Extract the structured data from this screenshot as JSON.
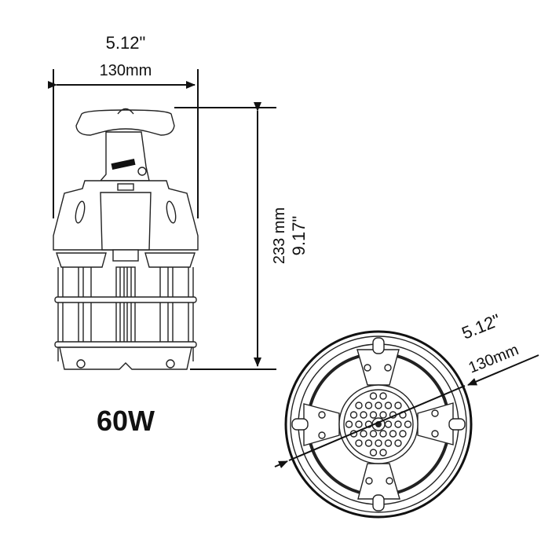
{
  "top_dimension": {
    "inches": "5.12\"",
    "mm": "130mm"
  },
  "height_dimension": {
    "mm": "233 mm",
    "inches": "9.17\""
  },
  "diameter_dimension": {
    "inches": "5.12\"",
    "mm": "130mm"
  },
  "wattage_label": "60W",
  "colors": {
    "line": "#111111",
    "background": "#ffffff"
  }
}
